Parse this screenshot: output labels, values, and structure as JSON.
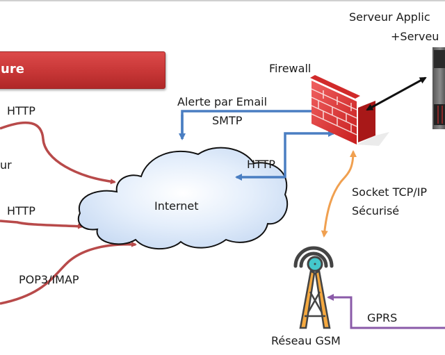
{
  "diagram": {
    "banner": {
      "label": "ure",
      "color": "#c93a3a"
    },
    "nodes": {
      "internet": {
        "label": "Internet"
      },
      "firewall": {
        "label": "Firewall"
      },
      "server": {
        "label_line1": "Serveur Applic",
        "label_line2": "+Serveu"
      },
      "gsm": {
        "label": "Réseau GSM"
      },
      "left_partial": {
        "label": "ur"
      }
    },
    "links": {
      "http_1": {
        "label": "HTTP",
        "color": "#b84a4a"
      },
      "http_2": {
        "label": "HTTP",
        "color": "#b84a4a"
      },
      "pop3": {
        "label": "POP3/IMAP",
        "color": "#b84a4a"
      },
      "smtp": {
        "label_line1": "Alerte par Email",
        "label_line2": "SMTP",
        "color": "#4a7ec2"
      },
      "http_fw": {
        "label": "HTTP",
        "color": "#4a7ec2"
      },
      "socket": {
        "label_line1": "Socket TCP/IP",
        "label_line2": "Sécurisé",
        "color": "#f0a050"
      },
      "gprs": {
        "label": "GPRS",
        "color": "#8a5aa8"
      },
      "fw_server": {
        "color": "#111111"
      }
    }
  }
}
